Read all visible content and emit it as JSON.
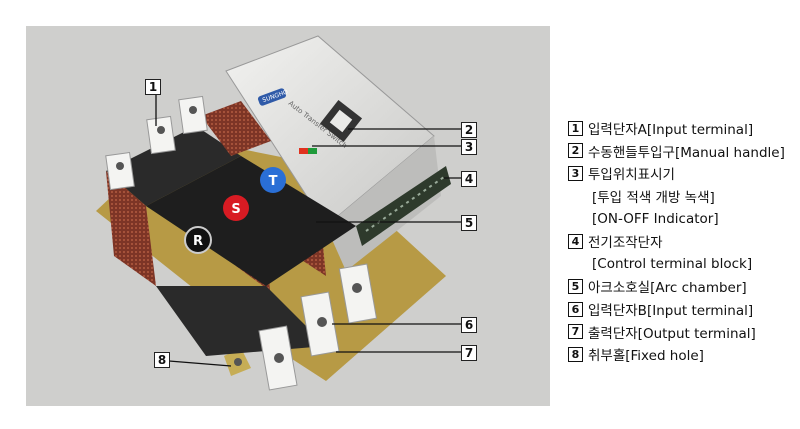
{
  "photo": {
    "device_brand": "SUNGHO",
    "device_label": "Auto Transfer Switch",
    "phase_buttons": [
      "R",
      "S",
      "T"
    ]
  },
  "callouts": [
    "1",
    "2",
    "3",
    "4",
    "5",
    "6",
    "7",
    "8"
  ],
  "legend": [
    {
      "num": "1",
      "text": "입력단자A[Input terminal]"
    },
    {
      "num": "2",
      "text": "수동핸들투입구[Manual handle]"
    },
    {
      "num": "3",
      "text": "투입위치표시기"
    },
    {
      "num": "",
      "text": "[투입 적색 개방 녹색]"
    },
    {
      "num": "",
      "text": "[ON-OFF Indicator]"
    },
    {
      "num": "4",
      "text": "전기조작단자"
    },
    {
      "num": "",
      "text": "[Control terminal block]"
    },
    {
      "num": "5",
      "text": "아크소호실[Arc chamber]"
    },
    {
      "num": "6",
      "text": "입력단자B[Input terminal]"
    },
    {
      "num": "7",
      "text": "출력단자[Output terminal]"
    },
    {
      "num": "8",
      "text": "취부홀[Fixed hole]"
    }
  ],
  "colors": {
    "background": "#cfcfcd",
    "arc_chamber": "#8a3a2a",
    "button_red": "#d81b23",
    "button_blue": "#2a6fd6",
    "indicator_red": "#e0321f",
    "indicator_green": "#1e9a3a"
  }
}
